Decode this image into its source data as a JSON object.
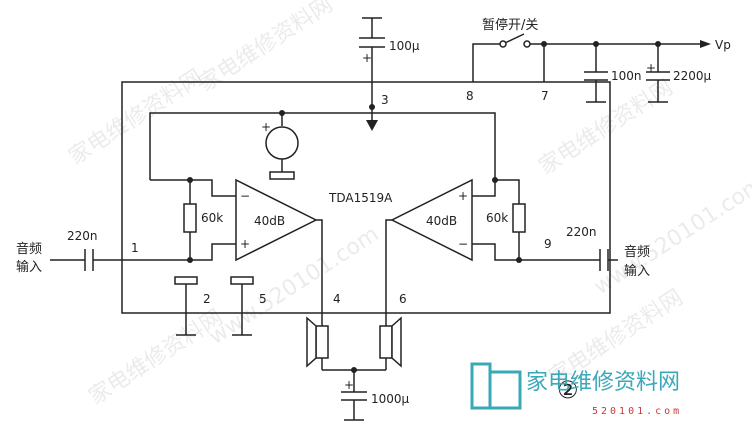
{
  "chip": {
    "name": "TDA1519A"
  },
  "pins": {
    "p1": "1",
    "p2": "2",
    "p3": "3",
    "p4": "4",
    "p5": "5",
    "p6": "6",
    "p7": "7",
    "p8": "8",
    "p9": "9"
  },
  "amps": {
    "left_gain": "40dB",
    "right_gain": "40dB",
    "plus": "+",
    "minus": "−"
  },
  "resistors": {
    "left": "60k",
    "right": "60k"
  },
  "capacitors": {
    "top": "100μ",
    "supply_small": "100n",
    "supply_large": "2200μ",
    "input_left": "220n",
    "input_right": "220n",
    "output": "1000μ",
    "plus": "+"
  },
  "switch": {
    "label": "暂停开/关"
  },
  "supply": {
    "label": "Vp"
  },
  "inputs": {
    "left_line1": "音频",
    "left_line2": "输入",
    "right_line1": "音频",
    "right_line2": "输入"
  },
  "figure": {
    "number": "②"
  },
  "watermark": {
    "text": "家电维修资料网",
    "url": "www.520101.com",
    "brand": "家电维修资料网",
    "brand_url": "520101.com"
  }
}
